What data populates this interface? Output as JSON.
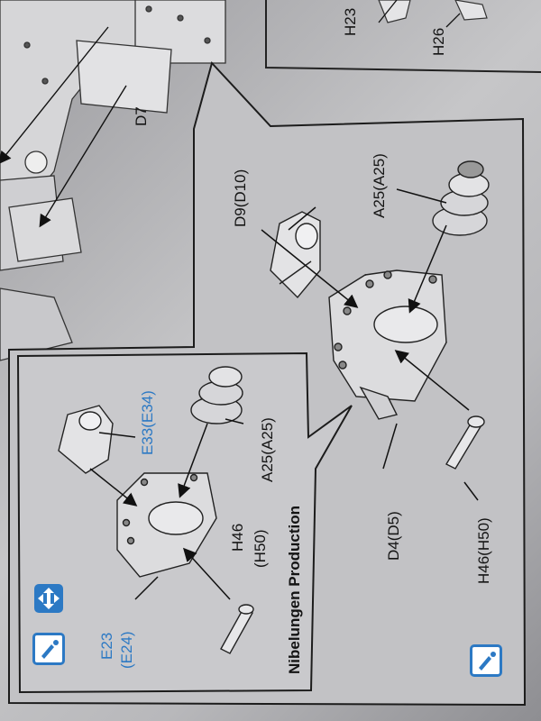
{
  "labels": {
    "h23": "H23",
    "h26": "H26",
    "d7": "D7",
    "d9": "D9(D10)",
    "a25_main": "A25(A25)",
    "d4": "D4(D5)",
    "h46_main": "H46(H50)",
    "e33": "E33(E34)",
    "a25_inset": "A25(A25)",
    "nibelungen": "Nibelungen Production",
    "h46_inset_top": "H46",
    "h46_inset_bottom": "(H50)",
    "e23": "E23",
    "e24": "(E24)"
  },
  "icons": [
    "glue-icon",
    "swap-arrows-icon",
    "glue-icon"
  ],
  "colors": {
    "accent_blue": "#2c79c4",
    "ink": "#141414",
    "paper": "#c9c9cb"
  }
}
